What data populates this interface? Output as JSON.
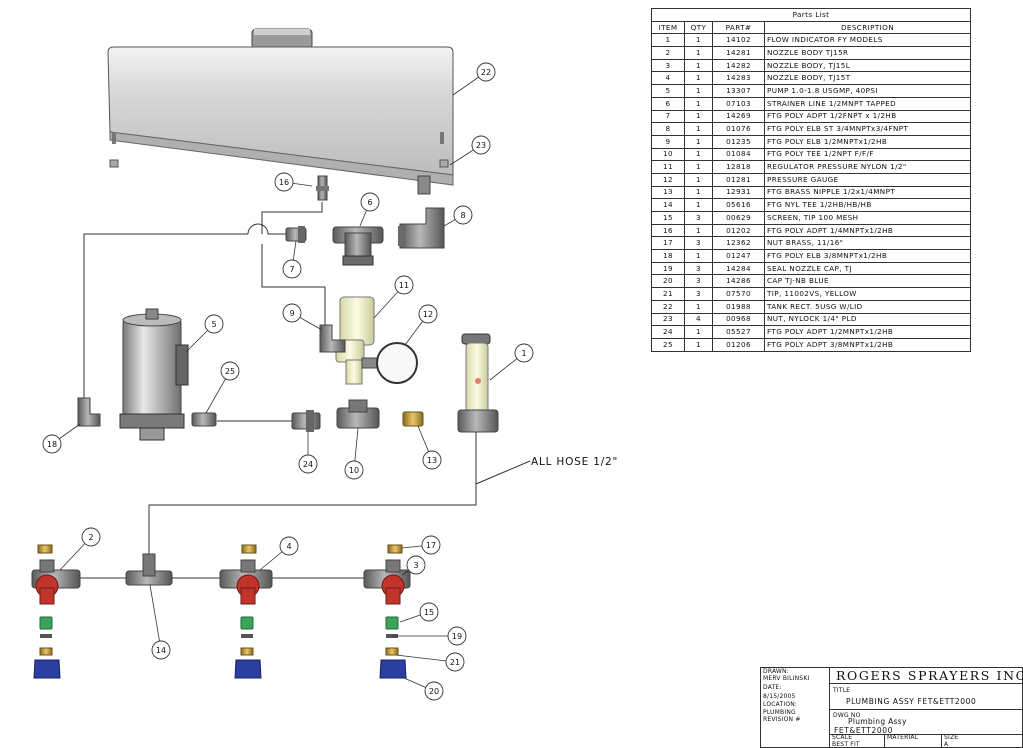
{
  "parts_list": {
    "title": "Parts List",
    "headers": [
      "ITEM",
      "QTY",
      "PART#",
      "DESCRIPTION"
    ],
    "rows": [
      [
        "1",
        "1",
        "14102",
        "FLOW INDICATOR FY MODELS"
      ],
      [
        "2",
        "1",
        "14281",
        "NOZZLE BODY TJ15R"
      ],
      [
        "3",
        "1",
        "14282",
        "NOZZLE BODY, TJ15L"
      ],
      [
        "4",
        "1",
        "14283",
        "NOZZLE BODY, TJ15T"
      ],
      [
        "5",
        "1",
        "13307",
        "PUMP 1.0-1.8 USGMP, 40PSI"
      ],
      [
        "6",
        "1",
        "07103",
        "STRAINER LINE 1/2MNPT TAPPED"
      ],
      [
        "7",
        "1",
        "14269",
        "FTG POLY ADPT 1/2FNPT x 1/2HB"
      ],
      [
        "8",
        "1",
        "01076",
        "FTG POLY ELB ST 3/4MNPTx3/4FNPT"
      ],
      [
        "9",
        "1",
        "01235",
        "FTG POLY ELB 1/2MNPTx1/2HB"
      ],
      [
        "10",
        "1",
        "01084",
        "FTG POLY TEE 1/2NPT F/F/F"
      ],
      [
        "11",
        "1",
        "12818",
        "REGULATOR PRESSURE NYLON 1/2\""
      ],
      [
        "12",
        "1",
        "01281",
        "PRESSURE GAUGE"
      ],
      [
        "13",
        "1",
        "12931",
        "FTG BRASS NIPPLE 1/2x1/4MNPT"
      ],
      [
        "14",
        "1",
        "05616",
        "FTG NYL TEE 1/2HB/HB/HB"
      ],
      [
        "15",
        "3",
        "00629",
        "SCREEN, TIP 100 MESH"
      ],
      [
        "16",
        "1",
        "01202",
        "FTG POLY ADPT 1/4MNPTx1/2HB"
      ],
      [
        "17",
        "3",
        "12362",
        "NUT BRASS, 11/16\""
      ],
      [
        "18",
        "1",
        "01247",
        "FTG POLY ELB 3/8MNPTx1/2HB"
      ],
      [
        "19",
        "3",
        "14284",
        "SEAL NOZZLE CAP, TJ"
      ],
      [
        "20",
        "3",
        "14286",
        "CAP TJ-NB BLUE"
      ],
      [
        "21",
        "3",
        "07570",
        "TIP, 11002VS, YELLOW"
      ],
      [
        "22",
        "1",
        "01988",
        "TANK RECT. 5USG W/LID"
      ],
      [
        "23",
        "4",
        "00968",
        "NUT, NYLOCK 1/4\" PLD"
      ],
      [
        "24",
        "1",
        "05527",
        "FTG POLY ADPT 1/2MNPTx1/2HB"
      ],
      [
        "25",
        "1",
        "01206",
        "FTG POLY ADPT 3/8MNPTx1/2HB"
      ]
    ]
  },
  "callouts": [
    "1",
    "2",
    "3",
    "4",
    "5",
    "6",
    "7",
    "8",
    "9",
    "10",
    "11",
    "12",
    "13",
    "14",
    "15",
    "16",
    "17",
    "18",
    "19",
    "20",
    "21",
    "22",
    "23",
    "24",
    "25"
  ],
  "hose_note": "ALL HOSE 1/2\"",
  "title_block": {
    "drawn_label": "DRAWN:",
    "drawn_by": "MERV BILINSKI",
    "date_label": "DATE:",
    "date": "8/15/2005",
    "location_label": "LOCATION:",
    "location": "PLUMBING",
    "revision_label": "REVISION #",
    "company": "ROGERS SPRAYERS INC.",
    "title_label": "TITLE",
    "title": "PLUMBING ASSY FET&ETT2000",
    "dwg_label": "DWG NO",
    "dwg_no_line1": "Plumbing Assy",
    "dwg_no_line2": "FET&ETT2000",
    "scale_label": "SCALE",
    "scale_value": "BEST FIT",
    "material_label": "MATERIAL",
    "size_label": "SIZE",
    "size_value": "A"
  },
  "colors": {
    "line": "#333333",
    "nozzle_red": "#c0342c",
    "screen_green": "#3aa55a",
    "cap_blue": "#2b3f9e",
    "brass": "#c9a24a",
    "gray_part": "#8a8a8a",
    "regulator_cream": "#eef0c8"
  }
}
